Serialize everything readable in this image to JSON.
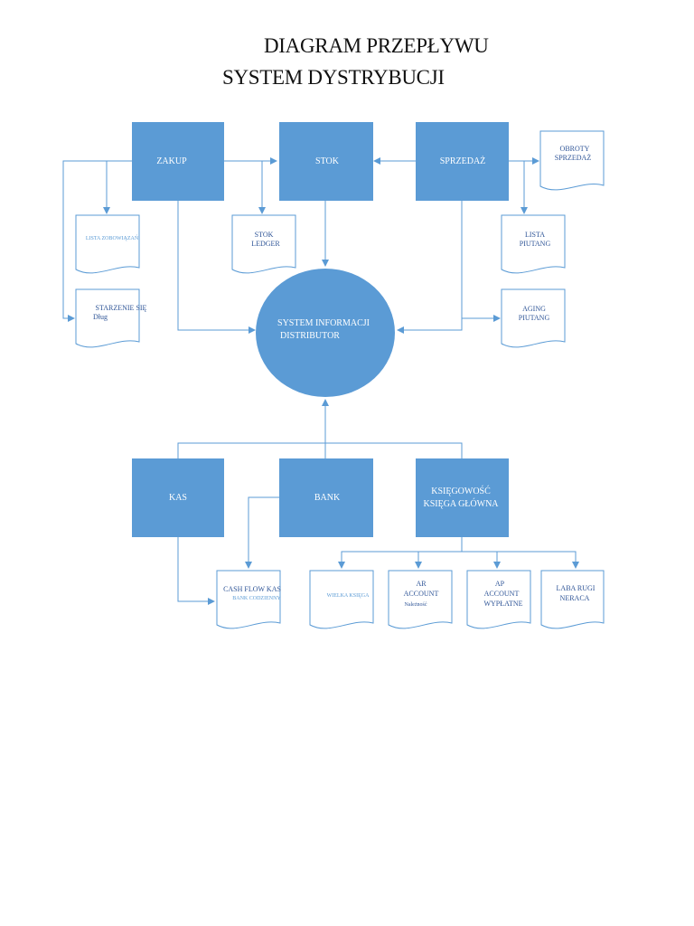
{
  "title": {
    "line1": "DIAGRAM PRZEPŁYWU",
    "line2": "SYSTEM DYSTRYBUCJI"
  },
  "colors": {
    "process_fill": "#5b9bd5",
    "connector": "#5b9bd5",
    "document_border": "#5b9bd5",
    "document_text": "#5b9bd5",
    "process_text": "#ffffff"
  },
  "processes": {
    "zakup": "ZAKUP",
    "stok": "STOK",
    "sprzedaz": "SPRZEDAŻ",
    "kas": "KAS",
    "bank": "BANK",
    "ksiegowosc": [
      "KSIĘGOWOŚĆ",
      "KSIĘGA GŁÓWNA"
    ]
  },
  "central": [
    "SYSTEM INFORMACJI",
    "DISTRIBUTOR"
  ],
  "documents": {
    "obroty_sprzedaz": [
      "OBROTY",
      "SPRZEDAŻ"
    ],
    "lista_zobowiazan": [
      "LISTA ZOBOWIĄZAŃ"
    ],
    "starzenie_dlug": [
      "STARZENIE SIĘ",
      "Dług"
    ],
    "stok_ledger": [
      "STOK",
      "LEDGER"
    ],
    "lista_piutang": [
      "LISTA",
      "PIUTANG"
    ],
    "aging_piutang": [
      "AGING",
      "PIUTANG"
    ],
    "cash_flow": [
      "CASH FLOW KAS",
      "BANK CODZIENNY"
    ],
    "wielka_ksiega": [
      "WIELKA KSIĘGA"
    ],
    "ar_account": [
      "AR",
      "ACCOUNT",
      "Należność"
    ],
    "ap_account": [
      "AP",
      "ACCOUNT",
      "WYPŁATNE"
    ],
    "laba_rugi": [
      "LABA RUGI",
      "NERACA"
    ]
  }
}
